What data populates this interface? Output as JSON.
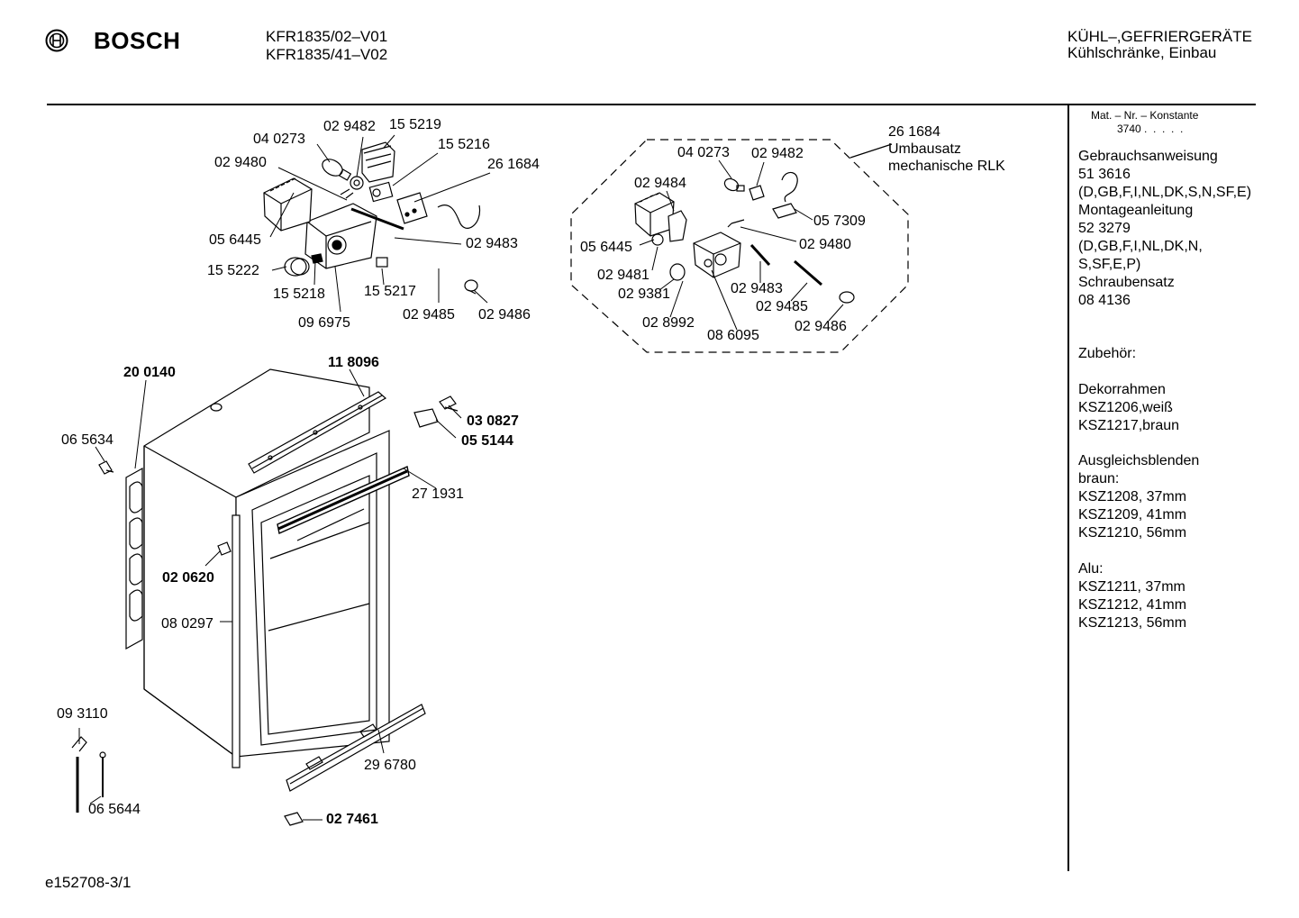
{
  "header": {
    "brand": "BOSCH",
    "models": [
      "KFR1835/02–V01",
      "KFR1835/41–V02"
    ],
    "category": "KÜHL–,GEFRIERGERÄTE",
    "subcategory": "Kühlschränke, Einbau"
  },
  "footer": {
    "doc_id": "e152708-3/1"
  },
  "sidebar": {
    "mat_title": "Mat. – Nr. – Konstante",
    "mat_value": "3740 .  .  .  .  .",
    "gebrauch_title": "Gebrauchsanweisung",
    "gebrauch_num": "51 3616",
    "gebrauch_langs": "(D,GB,F,I,NL,DK,S,N,SF,E)",
    "montage_title": "Montageanleitung",
    "montage_num": "52 3279",
    "montage_langs_1": "(D,GB,F,I,NL,DK,N,",
    "montage_langs_2": "S,SF,E,P)",
    "schrauben_title": "Schraubensatz",
    "schrauben_num": "08 4136",
    "zubehoer": "Zubehör:",
    "dekor_title": "Dekorrahmen",
    "dekor_1": "KSZ1206,weiß",
    "dekor_2": "KSZ1217,braun",
    "ausgleich_title": "Ausgleichsblenden",
    "ausgleich_sub": "braun:",
    "ausgleich_1": "KSZ1208, 37mm",
    "ausgleich_2": "KSZ1209, 41mm",
    "ausgleich_3": "KSZ1210, 56mm",
    "alu_title": "Alu:",
    "alu_1": "KSZ1211, 37mm",
    "alu_2": "KSZ1212, 41mm",
    "alu_3": "KSZ1213, 56mm"
  },
  "labels": {
    "p040273": "04 0273",
    "p029482": "02 9482",
    "p155219": "15 5219",
    "p155216": "15 5216",
    "p029480": "02 9480",
    "p261684": "26 1684",
    "p056445": "05 6445",
    "p029483": "02 9483",
    "p155222": "15 5222",
    "p155218": "15 5218",
    "p155217": "15 5217",
    "p096975": "09 6975",
    "p029485": "02 9485",
    "p029486": "02 9486",
    "k261684": "26 1684",
    "k_umbau": "Umbausatz",
    "k_mech": "mechanische RLK",
    "k040273": "04 0273",
    "k029482": "02 9482",
    "k029484": "02 9484",
    "k057309": "05 7309",
    "k056445": "05 6445",
    "k029480": "02 9480",
    "k029481": "02 9481",
    "k029381": "02 9381",
    "k029483": "02 9483",
    "k029485": "02 9485",
    "k028992": "02 8992",
    "k086095": "08 6095",
    "k029486": "02 9486",
    "c200140": "20 0140",
    "c118096": "11 8096",
    "c065634": "06 5634",
    "c030827": "03 0827",
    "c055144": "05 5144",
    "c271931": "27 1931",
    "c020620": "02 0620",
    "c080297": "08 0297",
    "c093110": "09 3110",
    "c296780": "29 6780",
    "c065644": "06 5644",
    "c027461": "02 7461"
  }
}
